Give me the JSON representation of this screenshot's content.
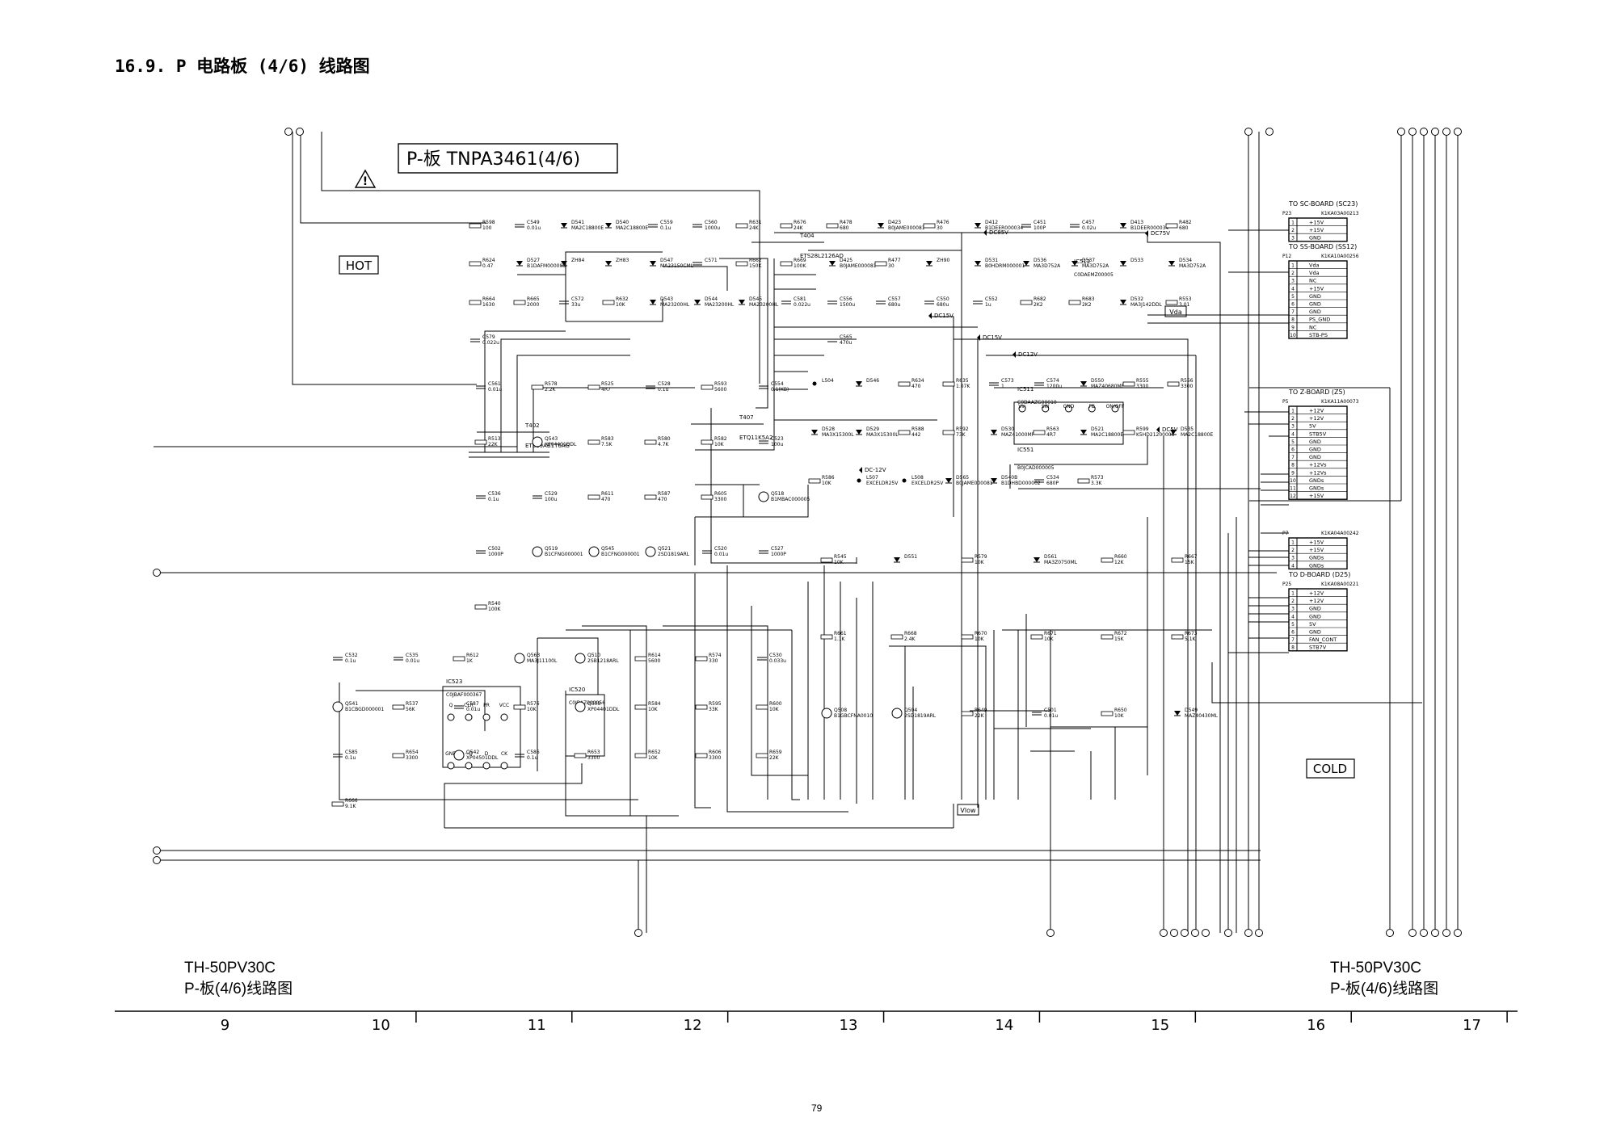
{
  "heading": "16.9. P 电路板 (4/6) 线路图",
  "board_title": "P-板 TNPA3461(4/6)",
  "zones": {
    "hot": "HOT",
    "cold": "COLD"
  },
  "footer": {
    "left": {
      "model": "TH-50PV30C",
      "caption": "P-板(4/6)线路图"
    },
    "right": {
      "model": "TH-50PV30C",
      "caption": "P-板(4/6)线路图"
    }
  },
  "grid_columns": [
    "9",
    "10",
    "11",
    "12",
    "13",
    "14",
    "15",
    "16",
    "17"
  ],
  "page_number": "79",
  "connector_blocks": [
    {
      "label": "TO SC-BOARD (SC23)",
      "ref": "P23",
      "part": "K1KA03A00213",
      "pins": [
        "+15V",
        "+15V",
        "GND"
      ]
    },
    {
      "label": "TO SS-BOARD (SS12)",
      "ref": "P12",
      "part": "K1KA10A00256",
      "pins": [
        "Vda",
        "Vda",
        "NC",
        "+15V",
        "GND",
        "GND",
        "GND",
        "PS_GND",
        "NC",
        "STB-PS"
      ]
    },
    {
      "label": "TO Z-BOARD (Z5)",
      "ref": "P5",
      "part": "K1KA11A00073",
      "pins": [
        "+12V",
        "+12V",
        "5V",
        "STB5V",
        "GND",
        "GND",
        "GND",
        "+12Vs",
        "+12Vs",
        "GNDs",
        "GNDs",
        "+15V"
      ]
    },
    {
      "label": "",
      "ref": "P7",
      "part": "K1KA04A00242",
      "pins": [
        "+15V",
        "+15V",
        "GNDs",
        "GNDs"
      ]
    },
    {
      "label": "TO D-BOARD (D25)",
      "ref": "P25",
      "part": "K1KA08A00221",
      "pins": [
        "+12V",
        "+12V",
        "GND",
        "GND",
        "5V",
        "GND",
        "FAN_CONT",
        "STB7V"
      ]
    }
  ],
  "ics": [
    {
      "ref": "IC511",
      "part": "C0DAAZG00010",
      "pins": [
        "Vin",
        "SW",
        "GND",
        "FB",
        "ON/OFF"
      ]
    },
    {
      "ref": "IC512",
      "part": "C0DAEMZ00005",
      "pins": []
    },
    {
      "ref": "IC523",
      "part": "C0JBAF000367",
      "pins": [
        "GND",
        "~Q",
        "D",
        "CK",
        "Q",
        "CLR",
        "PR",
        "VCC"
      ]
    },
    {
      "ref": "IC520",
      "part": "C0JBAZ000056",
      "pins": []
    },
    {
      "ref": "IC551",
      "part": "B0JCAD000005",
      "pins": []
    }
  ],
  "transformers": [
    {
      "ref": "T402",
      "part": "ETS19AB1T6AG"
    },
    {
      "ref": "T404",
      "part": "ETS28L2126AD"
    },
    {
      "ref": "T407",
      "part": "ETQ11K5A2"
    }
  ],
  "rails": [
    "DC75V",
    "DC15V",
    "DC15V",
    "DC12V",
    "DC5V",
    "DC-12V",
    "DC85V"
  ],
  "tags": [
    "Vda",
    "Vlow"
  ],
  "components": [
    {
      "ref": "R598",
      "value": "100"
    },
    {
      "ref": "C549",
      "value": "0.01u"
    },
    {
      "ref": "D541",
      "value": "MA2C18800E"
    },
    {
      "ref": "D540",
      "value": "MA2C18800E"
    },
    {
      "ref": "C559",
      "value": "0.1u"
    },
    {
      "ref": "C560",
      "value": "1000u"
    },
    {
      "ref": "R631",
      "value": "24K"
    },
    {
      "ref": "R676",
      "value": "24K"
    },
    {
      "ref": "R624",
      "value": "0.47"
    },
    {
      "ref": "D527",
      "value": "B1DAFM000003"
    },
    {
      "ref": "ZH84",
      "value": ""
    },
    {
      "ref": "ZH83",
      "value": ""
    },
    {
      "ref": "D547",
      "value": "MA23150CML"
    },
    {
      "ref": "C571",
      "value": ""
    },
    {
      "ref": "R662",
      "value": "150K"
    },
    {
      "ref": "R669",
      "value": "100K"
    },
    {
      "ref": "R664",
      "value": "1630"
    },
    {
      "ref": "R665",
      "value": "2000"
    },
    {
      "ref": "C572",
      "value": "33u"
    },
    {
      "ref": "R632",
      "value": "10K"
    },
    {
      "ref": "D543",
      "value": "MA23200HL"
    },
    {
      "ref": "D544",
      "value": "MA23200HL"
    },
    {
      "ref": "D545",
      "value": "MA23200HL"
    },
    {
      "ref": "C581",
      "value": "0.022u"
    },
    {
      "ref": "C579",
      "value": "0.022u"
    },
    {
      "ref": "R478",
      "value": "680"
    },
    {
      "ref": "D423",
      "value": "B0JAME000081"
    },
    {
      "ref": "R476",
      "value": "30"
    },
    {
      "ref": "D412",
      "value": "B1DEER000034"
    },
    {
      "ref": "C451",
      "value": "100P"
    },
    {
      "ref": "C457",
      "value": "0.02u"
    },
    {
      "ref": "D413",
      "value": "B1DEER000034"
    },
    {
      "ref": "R482",
      "value": "680"
    },
    {
      "ref": "D425",
      "value": "B0JAME000081"
    },
    {
      "ref": "R477",
      "value": "30"
    },
    {
      "ref": "ZH90",
      "value": ""
    },
    {
      "ref": "D531",
      "value": "B0HDRM000001"
    },
    {
      "ref": "D536",
      "value": "MA3D752A"
    },
    {
      "ref": "D537",
      "value": "MA3D752A"
    },
    {
      "ref": "D533",
      "value": ""
    },
    {
      "ref": "D534",
      "value": "MA3D752A"
    },
    {
      "ref": "C556",
      "value": "1500u"
    },
    {
      "ref": "C557",
      "value": "680u"
    },
    {
      "ref": "C550",
      "value": "680u"
    },
    {
      "ref": "C552",
      "value": "1u"
    },
    {
      "ref": "R682",
      "value": "2K2"
    },
    {
      "ref": "R683",
      "value": "2K2"
    },
    {
      "ref": "D532",
      "value": "MA3J142DDL"
    },
    {
      "ref": "R553",
      "value": "3.01"
    },
    {
      "ref": "C565",
      "value": "470u"
    },
    {
      "ref": "L504",
      "value": ""
    },
    {
      "ref": "D546",
      "value": ""
    },
    {
      "ref": "R634",
      "value": "470"
    },
    {
      "ref": "R635",
      "value": "1.07K"
    },
    {
      "ref": "C573",
      "value": "1"
    },
    {
      "ref": "C574",
      "value": "1200u"
    },
    {
      "ref": "D550",
      "value": "MAZ40680MF"
    },
    {
      "ref": "R555",
      "value": "3300"
    },
    {
      "ref": "R556",
      "value": "3300"
    },
    {
      "ref": "D528",
      "value": "MA3X15300L"
    },
    {
      "ref": "D529",
      "value": "MA3X15300L"
    },
    {
      "ref": "R588",
      "value": "442"
    },
    {
      "ref": "R592",
      "value": "73K"
    },
    {
      "ref": "D530",
      "value": "MAZ41000MF"
    },
    {
      "ref": "R563",
      "value": "4R7"
    },
    {
      "ref": "D521",
      "value": "MA2C18800E"
    },
    {
      "ref": "R599",
      "value": "K5HD21200005"
    },
    {
      "ref": "D535",
      "value": "MA2C18800E"
    },
    {
      "ref": "R586",
      "value": "10K"
    },
    {
      "ref": "L507",
      "value": "EXCELDR25V"
    },
    {
      "ref": "L508",
      "value": "EXCELDR25V"
    },
    {
      "ref": "D565",
      "value": "B0JAME000081"
    },
    {
      "ref": "D540B",
      "value": "B1DHBD000002"
    },
    {
      "ref": "C534",
      "value": "680P"
    },
    {
      "ref": "R573",
      "value": "3.3K"
    },
    {
      "ref": "C561",
      "value": "0.01u"
    },
    {
      "ref": "R578",
      "value": "2.2K"
    },
    {
      "ref": "R525",
      "value": "4R7"
    },
    {
      "ref": "C528",
      "value": "0.1u"
    },
    {
      "ref": "R593",
      "value": "5600"
    },
    {
      "ref": "C554",
      "value": "0.1(KB)"
    },
    {
      "ref": "R513",
      "value": "22K"
    },
    {
      "ref": "Q543",
      "value": "XP04401DDL"
    },
    {
      "ref": "R583",
      "value": "7.5K"
    },
    {
      "ref": "R580",
      "value": "4.7K"
    },
    {
      "ref": "R582",
      "value": "10K"
    },
    {
      "ref": "C523",
      "value": "100u"
    },
    {
      "ref": "C536",
      "value": "0.1u"
    },
    {
      "ref": "C529",
      "value": "100u"
    },
    {
      "ref": "R611",
      "value": "470"
    },
    {
      "ref": "R587",
      "value": "470"
    },
    {
      "ref": "R605",
      "value": "3300"
    },
    {
      "ref": "Q518",
      "value": "B1MBAC000005"
    },
    {
      "ref": "C502",
      "value": "1000P"
    },
    {
      "ref": "Q519",
      "value": "B1CFNG000001"
    },
    {
      "ref": "Q545",
      "value": "B1CFNG000001"
    },
    {
      "ref": "Q521",
      "value": "2SD1819ARL"
    },
    {
      "ref": "C520",
      "value": "0.01u"
    },
    {
      "ref": "C527",
      "value": "1000P"
    },
    {
      "ref": "R540",
      "value": "100K"
    },
    {
      "ref": "C532",
      "value": "0.1u"
    },
    {
      "ref": "C535",
      "value": "0.01u"
    },
    {
      "ref": "R612",
      "value": "1K"
    },
    {
      "ref": "Q563",
      "value": "MA3J11100L"
    },
    {
      "ref": "Q510",
      "value": "2SB1218ARL"
    },
    {
      "ref": "R614",
      "value": "5600"
    },
    {
      "ref": "R574",
      "value": "330"
    },
    {
      "ref": "C530",
      "value": "0.033u"
    },
    {
      "ref": "Q541",
      "value": "B1CBGD000001"
    },
    {
      "ref": "R537",
      "value": "56K"
    },
    {
      "ref": "C587",
      "value": "0.01u"
    },
    {
      "ref": "R576",
      "value": "10K"
    },
    {
      "ref": "Q509",
      "value": "XP04401DDL"
    },
    {
      "ref": "R584",
      "value": "10K"
    },
    {
      "ref": "R595",
      "value": "33K"
    },
    {
      "ref": "R600",
      "value": "10K"
    },
    {
      "ref": "C585",
      "value": "0.1u"
    },
    {
      "ref": "R654",
      "value": "3300"
    },
    {
      "ref": "Q542",
      "value": "XP04501DDL"
    },
    {
      "ref": "C586",
      "value": "0.1u"
    },
    {
      "ref": "R653",
      "value": "3300"
    },
    {
      "ref": "R652",
      "value": "10K"
    },
    {
      "ref": "R606",
      "value": "3300"
    },
    {
      "ref": "R659",
      "value": "22K"
    },
    {
      "ref": "R666",
      "value": "9.1K"
    },
    {
      "ref": "R545",
      "value": "10K"
    },
    {
      "ref": "D551",
      "value": ""
    },
    {
      "ref": "R579",
      "value": "10K"
    },
    {
      "ref": "D561",
      "value": "MA3Z0750ML"
    },
    {
      "ref": "R660",
      "value": "12K"
    },
    {
      "ref": "R667",
      "value": "15K"
    },
    {
      "ref": "R661",
      "value": "1.1K"
    },
    {
      "ref": "R668",
      "value": "2.4K"
    },
    {
      "ref": "R670",
      "value": "10K"
    },
    {
      "ref": "R671",
      "value": "10K"
    },
    {
      "ref": "R672",
      "value": "15K"
    },
    {
      "ref": "R673",
      "value": "5.1K"
    },
    {
      "ref": "Q508",
      "value": "B1GBCFNA0010"
    },
    {
      "ref": "Q504",
      "value": "2SD1819ARL"
    },
    {
      "ref": "R649",
      "value": "22K"
    },
    {
      "ref": "C501",
      "value": "0.01u"
    },
    {
      "ref": "R650",
      "value": "10K"
    },
    {
      "ref": "D549",
      "value": "MAZ40430ML"
    }
  ]
}
